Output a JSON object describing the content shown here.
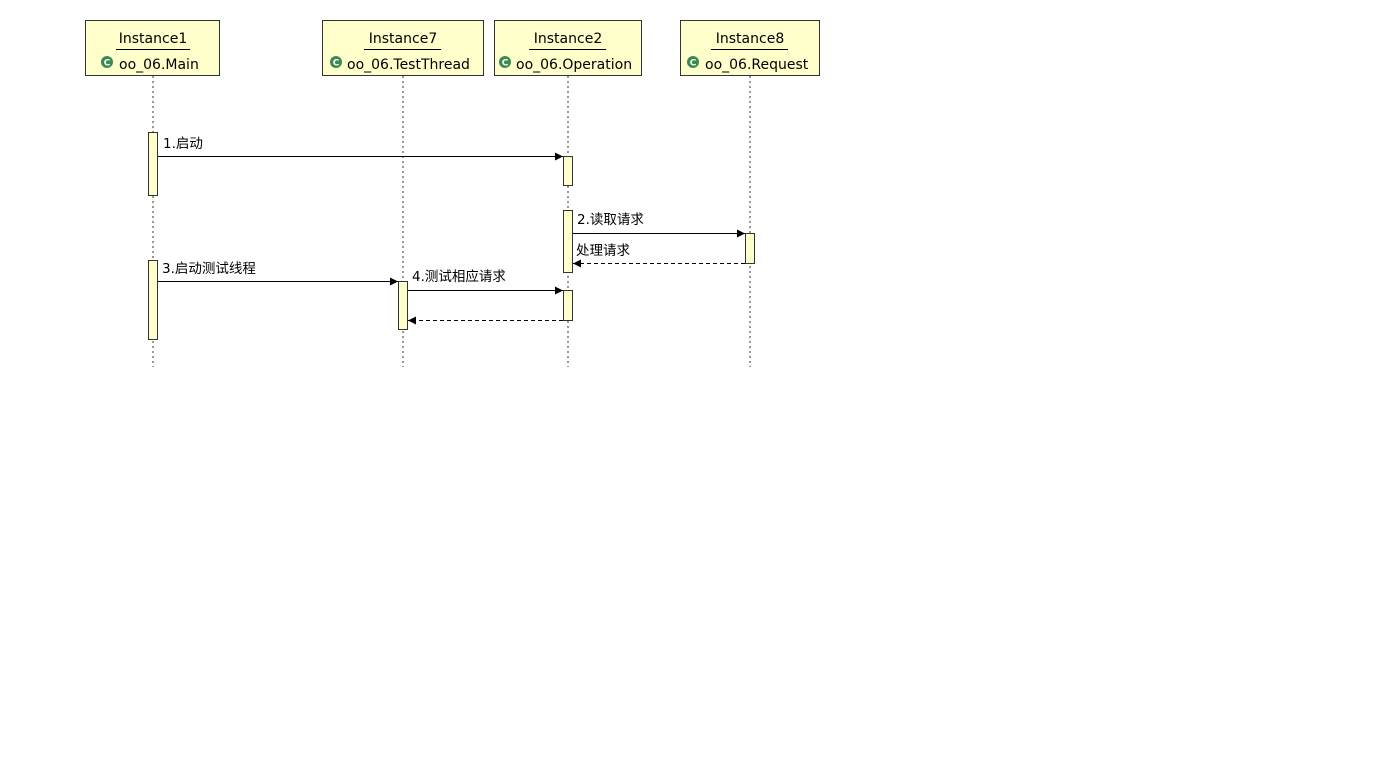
{
  "participants": [
    {
      "instance": "Instance1",
      "class": "oo_06.Main",
      "icon": "class-icon"
    },
    {
      "instance": "Instance7",
      "class": "oo_06.TestThread",
      "icon": "class-icon"
    },
    {
      "instance": "Instance2",
      "class": "oo_06.Operation",
      "icon": "class-icon"
    },
    {
      "instance": "Instance8",
      "class": "oo_06.Request",
      "icon": "class-icon"
    }
  ],
  "messages": [
    {
      "label": "1.启动",
      "from": "Instance1",
      "to": "Instance2",
      "type": "call"
    },
    {
      "label": "2.读取请求",
      "from": "Instance2",
      "to": "Instance8",
      "type": "call"
    },
    {
      "label": "处理请求",
      "from": "Instance8",
      "to": "Instance2",
      "type": "return"
    },
    {
      "label": "3.启动测试线程",
      "from": "Instance1",
      "to": "Instance7",
      "type": "call"
    },
    {
      "label": "4.测试相应请求",
      "from": "Instance7",
      "to": "Instance2",
      "type": "call"
    },
    {
      "label": "",
      "from": "Instance2",
      "to": "Instance7",
      "type": "return"
    }
  ],
  "colors": {
    "box_fill": "#ffffcc",
    "class_icon": "#3c8a4f"
  }
}
